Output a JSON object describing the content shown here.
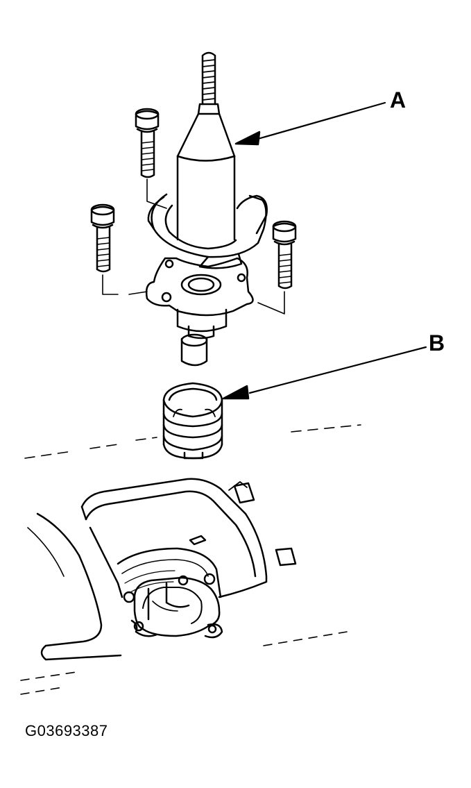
{
  "callouts": {
    "a": "A",
    "b": "B"
  },
  "figure_id": "G03693387",
  "colors": {
    "line": "#000000",
    "background": "#ffffff"
  }
}
